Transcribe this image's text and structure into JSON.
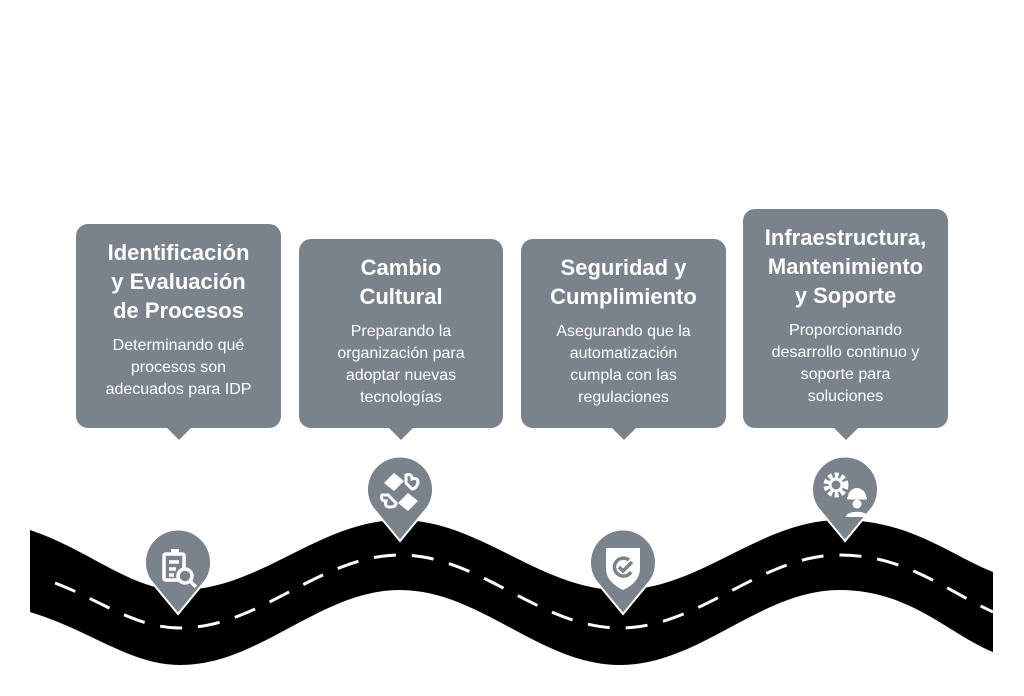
{
  "roadmap": {
    "colors": {
      "card": "#7a838c",
      "road": "#000000",
      "lane": "#ffffff",
      "icon": "#ffffff"
    },
    "steps": [
      {
        "title": "Identificación\ny Evaluación\nde Procesos",
        "description": "Determinando qué\nprocesos son\nadecuados para IDP",
        "icon": "clipboard-search-icon"
      },
      {
        "title": "Cambio\nCultural",
        "description": "Preparando la\norganización para\nadoptar nuevas\ntecnologías",
        "icon": "puzzle-handshake-icon"
      },
      {
        "title": "Seguridad y\nCumplimiento",
        "description": "Asegurando que la\nautomatización\ncumpla con las\nregulaciones",
        "icon": "shield-check-icon"
      },
      {
        "title": "Infraestructura,\nMantenimiento\ny Soporte",
        "description": "Proporcionando\ndesarrollo continuo y\nsoporte para\nsoluciones",
        "icon": "gear-worker-icon"
      }
    ]
  }
}
